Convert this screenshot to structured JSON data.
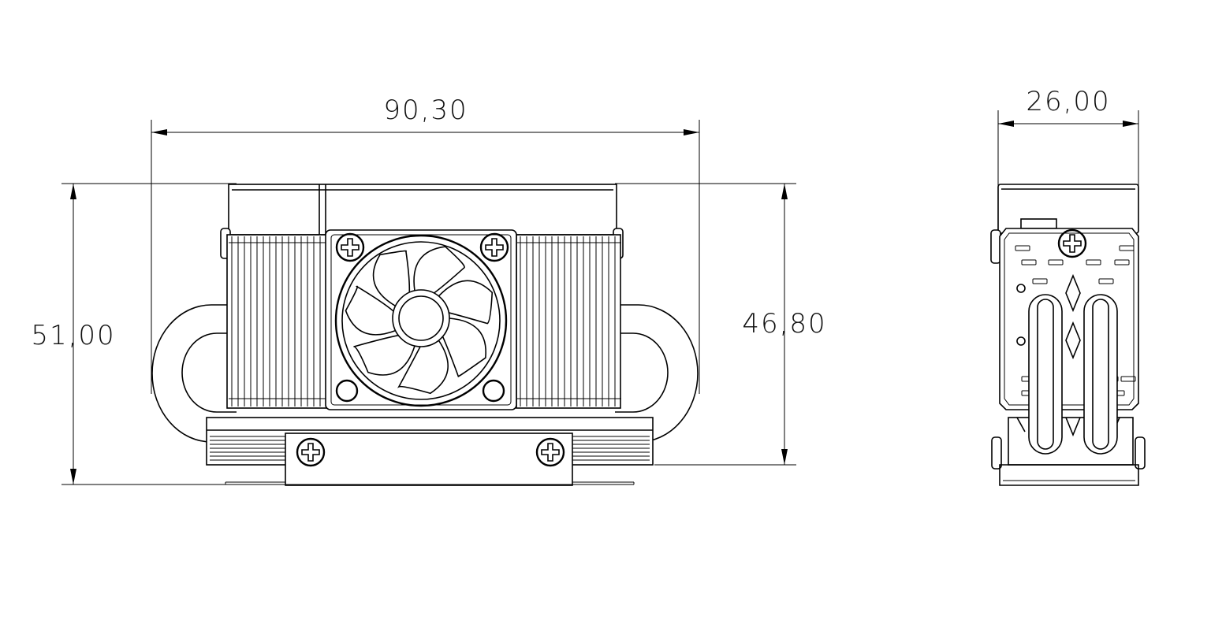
{
  "dimensions": {
    "width_front": "90,30",
    "height_total": "51,00",
    "height_body": "46,80",
    "width_side": "26,00"
  },
  "colors": {
    "line": "#000000",
    "background": "#ffffff"
  },
  "icons": {
    "screw": "phillips-screw-icon",
    "fan": "fan-icon"
  }
}
